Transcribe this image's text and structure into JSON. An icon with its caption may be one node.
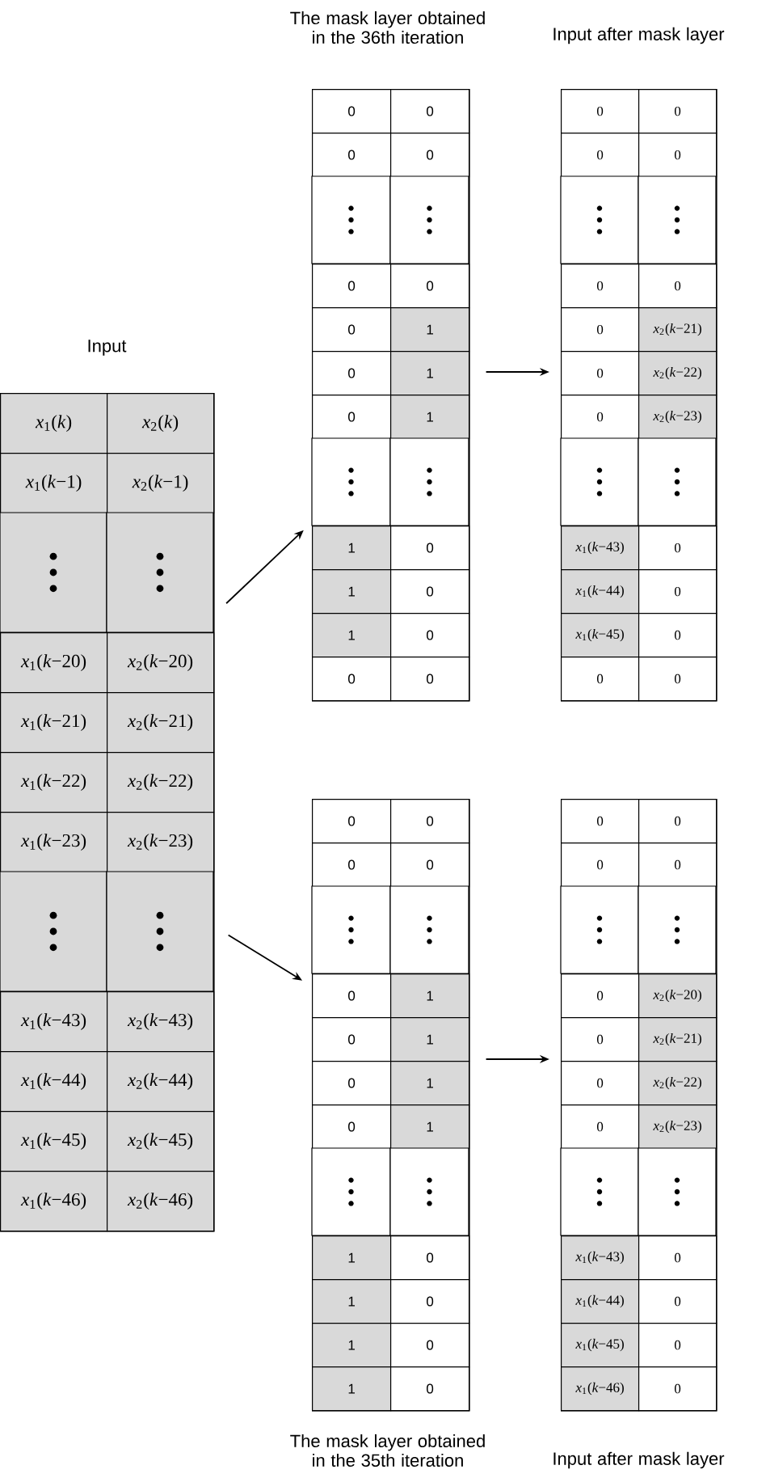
{
  "diagram": {
    "nodes": [
      {
        "text": [
          "Input",
          "*x*$_{1}$(*k*)",
          "*x*$_{2}$(*k*)",
          "*x*$_{1}$(*k*−1)",
          "*x*$_{2}$(*k*−1)",
          "*x*$_{1}$(*k*−20)",
          "*x*$_{2}$(*k*−20)",
          "*x*$_{1}$(*k*−21)",
          "*x*$_{2}$(*k*−21)",
          "*x*$_{1}$(*k*−22)",
          "*x*$_{2}$(*k*−22)",
          "*x*$_{1}$(*k*−23)",
          "*x*$_{2}$(*k*−23)",
          "*x*$_{1}$(*k*−43)",
          "*x*$_{2}$(*k*−43)",
          "*x*$_{1}$(*k*−44)",
          "*x*$_{2}$(*k*−44)",
          "*x*$_{1}$(*k*−45)",
          "*x*$_{2}$(*k*−45)",
          "*x*$_{1}$(*k*−46)",
          "*x*$_{2}$(*k*−46)"
        ]
      },
      {
        "text": [
          "The mask layer obtained in the 36th iteration",
          "0",
          "0",
          "0",
          "0",
          "0",
          "0",
          "0",
          "1",
          "0",
          "1",
          "0",
          "1",
          "1",
          "0",
          "1",
          "0",
          "1",
          "0",
          "0",
          "0"
        ]
      },
      {
        "text": [
          "Input after mask layer",
          "0",
          "0",
          "0",
          "0",
          "0",
          "0",
          "0",
          "*x*$_{2}$(*k*−21)",
          "0",
          "*x*$_{2}$(*k*−22)",
          "0",
          "*x*$_{2}$(*k*−23)",
          "*x*$_{1}$(*k*−43)",
          "0",
          "*x*$_{1}$(*k*−44)",
          "0",
          "*x*$_{1}$(*k*−45)",
          "0",
          "0",
          "0"
        ]
      },
      {
        "text": [
          "The mask layer obtained in the 35th iteration",
          "0",
          "0",
          "0",
          "0",
          "0",
          "1",
          "0",
          "1",
          "0",
          "1",
          "0",
          "1",
          "1",
          "0",
          "1",
          "0",
          "1",
          "0",
          "1",
          "0"
        ]
      },
      {
        "text": [
          "Input after mask layer",
          "0",
          "0",
          "0",
          "0",
          "0",
          "*x*$_{2}$(*k*−20)",
          "0",
          "*x*$_{2}$(*k*−21)",
          "0",
          "*x*$_{2}$(*k*−22)",
          "0",
          "*x*$_{2}$(*k*−23)",
          "*x*$_{1}$(*k*−43)",
          "0",
          "*x*$_{1}$(*k*−44)",
          "0",
          "*x*$_{1}$(*k*−45)",
          "0",
          "*x*$_{1}$(*k*−46)",
          "0"
        ]
      }
    ],
    "edges": [
      {
        "from": 0,
        "to": 1,
        "arrow": "to"
      },
      {
        "from": 0,
        "to": 3,
        "arrow": "to"
      },
      {
        "from": 1,
        "to": 2,
        "arrow": "to"
      },
      {
        "from": 3,
        "to": 4,
        "arrow": "to"
      }
    ]
  }
}
